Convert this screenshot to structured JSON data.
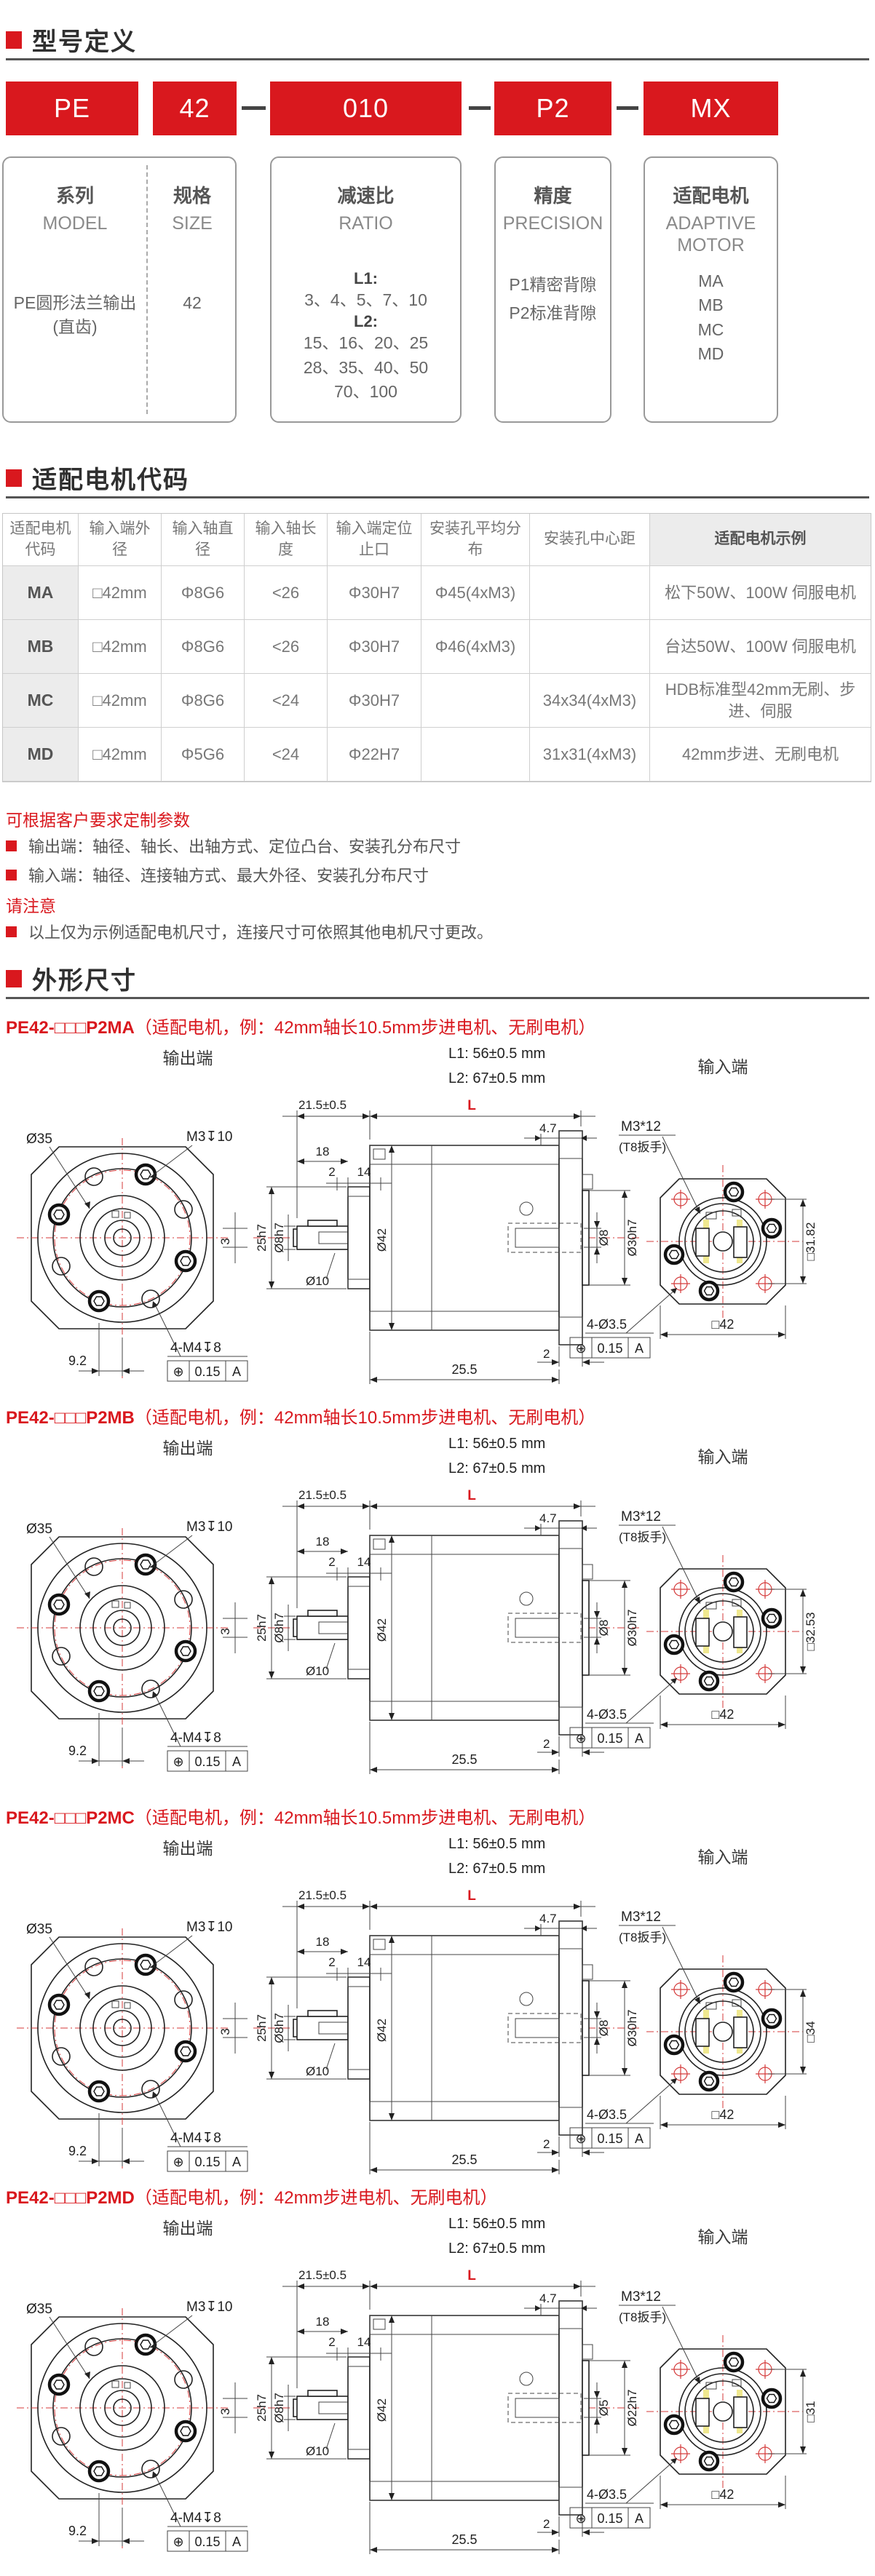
{
  "page": {
    "accent": "#d9181e"
  },
  "sections": {
    "model_def": {
      "title": "型号定义"
    },
    "motor_code": {
      "title": "适配电机代码"
    },
    "dimensions": {
      "title": "外形尺寸"
    }
  },
  "model_code": {
    "series": "PE",
    "size": "42",
    "ratio": "010",
    "precision": "P2",
    "motor": "MX"
  },
  "spec_boxes": {
    "model": {
      "label_cn": "系列",
      "label_en": "MODEL",
      "value_line1": "PE圆形法兰输出",
      "value_line2": "(直齿)"
    },
    "size": {
      "label_cn": "规格",
      "label_en": "SIZE",
      "value": "42"
    },
    "ratio": {
      "label_cn": "减速比",
      "label_en": "RATIO",
      "l1_label": "L1:",
      "l1_values": "3、4、5、7、10",
      "l2_label": "L2:",
      "l2_line1": "15、16、20、25",
      "l2_line2": "28、35、40、50",
      "l2_line3": "70、100"
    },
    "precision": {
      "label_cn": "精度",
      "label_en": "PRECISION",
      "items": [
        "P1精密背隙",
        "P2标准背隙"
      ]
    },
    "adaptive": {
      "label_cn": "适配电机",
      "label_en_line1": "ADAPTIVE",
      "label_en_line2": "MOTOR",
      "items": [
        "MA",
        "MB",
        "MC",
        "MD"
      ]
    }
  },
  "motor_table": {
    "headers": [
      "适配电机代码",
      "输入端外径",
      "输入轴直径",
      "输入轴长度",
      "输入端定位止口",
      "安装孔平均分布",
      "安装孔中心距",
      "适配电机示例"
    ],
    "rows": [
      {
        "code": "MA",
        "od": "□42mm",
        "shaft_dia": "Φ8G6",
        "shaft_len": "<26",
        "pilot": "Φ30H7",
        "holes_d": "Φ45(4xM3)",
        "holes_sq": "",
        "example": "松下50W、100W 伺服电机"
      },
      {
        "code": "MB",
        "od": "□42mm",
        "shaft_dia": "Φ8G6",
        "shaft_len": "<26",
        "pilot": "Φ30H7",
        "holes_d": "Φ46(4xM3)",
        "holes_sq": "",
        "example": "台达50W、100W 伺服电机"
      },
      {
        "code": "MC",
        "od": "□42mm",
        "shaft_dia": "Φ8G6",
        "shaft_len": "<24",
        "pilot": "Φ30H7",
        "holes_d": "",
        "holes_sq": "34x34(4xM3)",
        "example": "HDB标准型42mm无刷、步进、伺服"
      },
      {
        "code": "MD",
        "od": "□42mm",
        "shaft_dia": "Φ5G6",
        "shaft_len": "<24",
        "pilot": "Φ22H7",
        "holes_d": "",
        "holes_sq": "31x31(4xM3)",
        "example": "42mm步进、无刷电机"
      }
    ]
  },
  "notes": {
    "custom_title": "可根据客户要求定制参数",
    "custom_items": [
      "输出端：轴径、轴长、出轴方式、定位凸台、安装孔分布尺寸",
      "输入端：轴径、连接轴方式、最大外径、安装孔分布尺寸"
    ],
    "notice_title": "请注意",
    "notice_items": [
      "以上仅为示例适配电机尺寸，连接尺寸可依照其他电机尺寸更改。"
    ]
  },
  "drawings": [
    {
      "title_model": "PE42-□□□P2MA",
      "title_note": "（适配电机，例：42mm轴长10.5mm步进电机、无刷电机）",
      "output_end": "输出端",
      "input_end": "输入端",
      "l1": "L1:  56±0.5  mm",
      "l2": "L2:  67±0.5  mm",
      "d35": "Ø35",
      "m3x10": "M3↧10",
      "dim3": "3",
      "dim92": "9.2",
      "m4x8": "4-M4↧8",
      "fcf_sym": "⊕",
      "fcf_tol": "0.15",
      "fcf_datum": "A",
      "dim215": "21.5±0.5",
      "L": "L",
      "dim47": "4.7",
      "dim18": "18",
      "dim2a": "2",
      "dim14": "14",
      "d25h7": "25h7",
      "d8h7": "Ø8h7",
      "d10": "Ø10",
      "dim2b": "2",
      "d42": "Ø42",
      "din": "Ø8",
      "dpilot": "Ø30h7",
      "dim255": "25.5",
      "m3x12": "M3*12",
      "t8": "(T8扳手)",
      "sq_bc": "□31.82",
      "sq42": "□42",
      "d4_35": "4-Ø3.5",
      "fcf2_sym": "⊕",
      "fcf2_tol": "0.15",
      "fcf2_datum": "A"
    },
    {
      "title_model": "PE42-□□□P2MB",
      "title_note": "（适配电机，例：42mm轴长10.5mm步进电机、无刷电机）",
      "output_end": "输出端",
      "input_end": "输入端",
      "l1": "L1:  56±0.5  mm",
      "l2": "L2:  67±0.5  mm",
      "d35": "Ø35",
      "m3x10": "M3↧10",
      "dim3": "3",
      "dim92": "9.2",
      "m4x8": "4-M4↧8",
      "fcf_sym": "⊕",
      "fcf_tol": "0.15",
      "fcf_datum": "A",
      "dim215": "21.5±0.5",
      "L": "L",
      "dim47": "4.7",
      "dim18": "18",
      "dim2a": "2",
      "dim14": "14",
      "d25h7": "25h7",
      "d8h7": "Ø8h7",
      "d10": "Ø10",
      "dim2b": "2",
      "d42": "Ø42",
      "din": "Ø8",
      "dpilot": "Ø30h7",
      "dim255": "25.5",
      "m3x12": "M3*12",
      "t8": "(T8扳手)",
      "sq_bc": "□32.53",
      "sq42": "□42",
      "d4_35": "4-Ø3.5",
      "fcf2_sym": "⊕",
      "fcf2_tol": "0.15",
      "fcf2_datum": "A"
    },
    {
      "title_model": "PE42-□□□P2MC",
      "title_note": "（适配电机，例：42mm轴长10.5mm步进电机、无刷电机）",
      "output_end": "输出端",
      "input_end": "输入端",
      "l1": "L1:  56±0.5  mm",
      "l2": "L2:  67±0.5  mm",
      "d35": "Ø35",
      "m3x10": "M3↧10",
      "dim3": "3",
      "dim92": "9.2",
      "m4x8": "4-M4↧8",
      "fcf_sym": "⊕",
      "fcf_tol": "0.15",
      "fcf_datum": "A",
      "dim215": "21.5±0.5",
      "L": "L",
      "dim47": "4.7",
      "dim18": "18",
      "dim2a": "2",
      "dim14": "14",
      "d25h7": "25h7",
      "d8h7": "Ø8h7",
      "d10": "Ø10",
      "dim2b": "2",
      "d42": "Ø42",
      "din": "Ø8",
      "dpilot": "Ø30h7",
      "dim255": "25.5",
      "m3x12": "M3*12",
      "t8": "(T8扳手)",
      "sq_bc": "□34",
      "sq42": "□42",
      "d4_35": "4-Ø3.5",
      "fcf2_sym": "⊕",
      "fcf2_tol": "0.15",
      "fcf2_datum": "A"
    },
    {
      "title_model": "PE42-□□□P2MD",
      "title_note": "（适配电机，例：42mm步进电机、无刷电机）",
      "output_end": "输出端",
      "input_end": "输入端",
      "l1": "L1:  56±0.5  mm",
      "l2": "L2:  67±0.5  mm",
      "d35": "Ø35",
      "m3x10": "M3↧10",
      "dim3": "3",
      "dim92": "9.2",
      "m4x8": "4-M4↧8",
      "fcf_sym": "⊕",
      "fcf_tol": "0.15",
      "fcf_datum": "A",
      "dim215": "21.5±0.5",
      "L": "L",
      "dim47": "4.7",
      "dim18": "18",
      "dim2a": "2",
      "dim14": "14",
      "d25h7": "25h7",
      "d8h7": "Ø8h7",
      "d10": "Ø10",
      "dim2b": "2",
      "d42": "Ø42",
      "din": "Ø5",
      "dpilot": "Ø22h7",
      "dim255": "25.5",
      "m3x12": "M3*12",
      "t8": "(T8扳手)",
      "sq_bc": "□31",
      "sq42": "□42",
      "d4_35": "4-Ø3.5",
      "fcf2_sym": "⊕",
      "fcf2_tol": "0.15",
      "fcf2_datum": "A"
    }
  ]
}
